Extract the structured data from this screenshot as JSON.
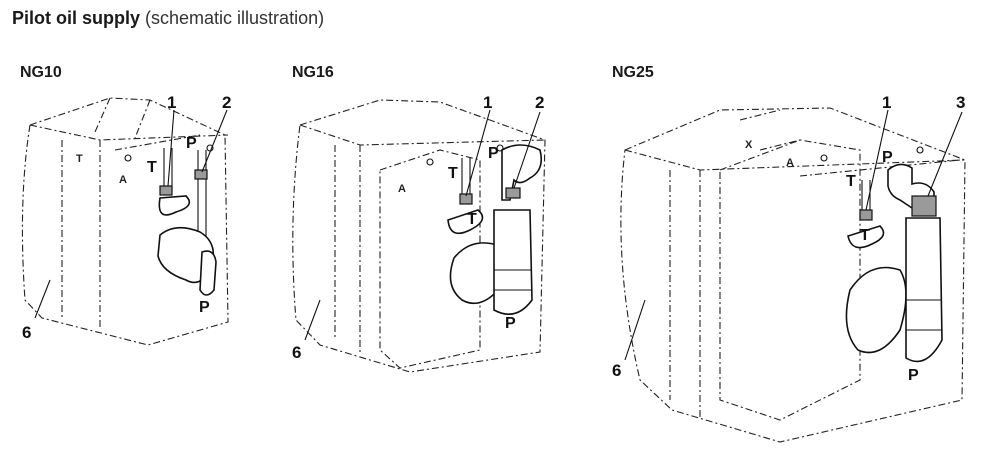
{
  "header": {
    "title_bold": "Pilot oil supply",
    "title_sub": "(schematic illustration)"
  },
  "panels": [
    {
      "size": "NG10",
      "engravings": [
        "T",
        "A"
      ],
      "ports": {
        "t": "T",
        "p": "P",
        "t2": "",
        "p2": "P"
      },
      "callouts": {
        "a": "1",
        "b": "2",
        "housing": "6"
      }
    },
    {
      "size": "NG16",
      "engravings": [
        "A"
      ],
      "ports": {
        "t": "T",
        "p": "P",
        "t2": "T",
        "p2": "P"
      },
      "callouts": {
        "a": "1",
        "b": "2",
        "housing": "6"
      }
    },
    {
      "size": "NG25",
      "engravings": [
        "X",
        "A"
      ],
      "ports": {
        "t": "T",
        "p": "P",
        "t2": "T",
        "p2": "P"
      },
      "callouts": {
        "a": "1",
        "b": "3",
        "housing": "6"
      }
    }
  ],
  "colors": {
    "line": "#111111",
    "plug_fill": "#9a9a9a",
    "background": "#ffffff"
  }
}
